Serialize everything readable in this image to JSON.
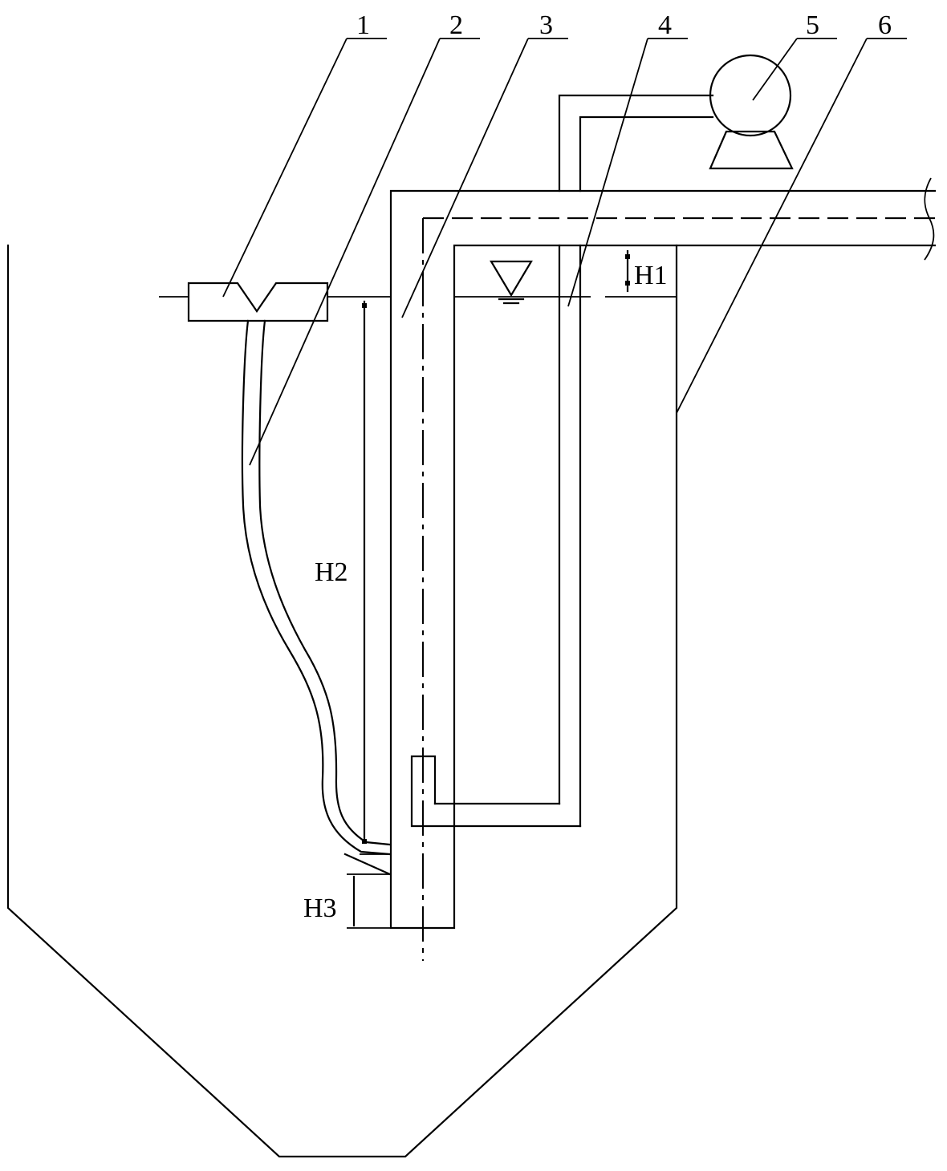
{
  "callouts": [
    {
      "id": "1",
      "label": "1"
    },
    {
      "id": "2",
      "label": "2"
    },
    {
      "id": "3",
      "label": "3"
    },
    {
      "id": "4",
      "label": "4"
    },
    {
      "id": "5",
      "label": "5"
    },
    {
      "id": "6",
      "label": "6"
    }
  ],
  "dimensions": {
    "h1": "H1",
    "h2": "H2",
    "h3": "H3"
  }
}
